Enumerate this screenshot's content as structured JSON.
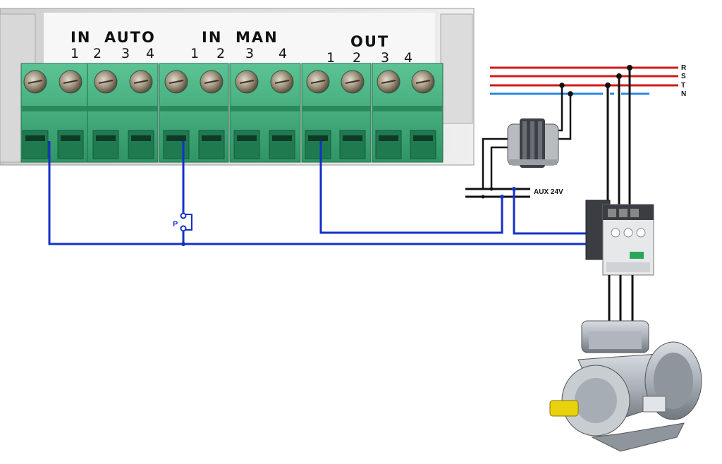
{
  "terminal_block": {
    "groups": [
      {
        "title": "IN  AUTO",
        "pins": [
          "1",
          "2",
          "3",
          "4"
        ]
      },
      {
        "title": "IN  MAN",
        "pins": [
          "1",
          "2",
          "3",
          "4"
        ]
      },
      {
        "title": "OUT",
        "pins": [
          "1",
          "2",
          "3",
          "4"
        ]
      }
    ]
  },
  "power_lines": [
    {
      "label": "R",
      "color": "#d11a1a"
    },
    {
      "label": "S",
      "color": "#d11a1a"
    },
    {
      "label": "T",
      "color": "#d11a1a"
    },
    {
      "label": "N",
      "color": "#2b86e0"
    }
  ],
  "aux_supply": {
    "label": "AUX 24V"
  },
  "pressure_switch": {
    "label": "P"
  },
  "colors": {
    "wire_blue": "#1530c8",
    "terminal_green": "#3fae7c",
    "wire_black": "#111111"
  }
}
